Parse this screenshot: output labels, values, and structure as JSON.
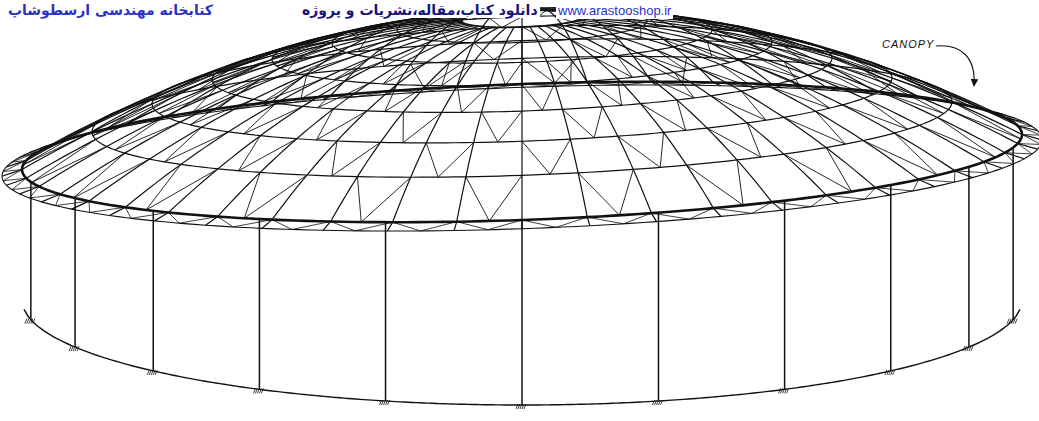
{
  "diagram": {
    "labels": [
      "کتابخانه مهندسی ارسطوشاپ",
      "دانلود کتاب،مقاله،نشریات و پروژه",
      "www.arastooshop.ir",
      "CANOPY"
    ]
  }
}
